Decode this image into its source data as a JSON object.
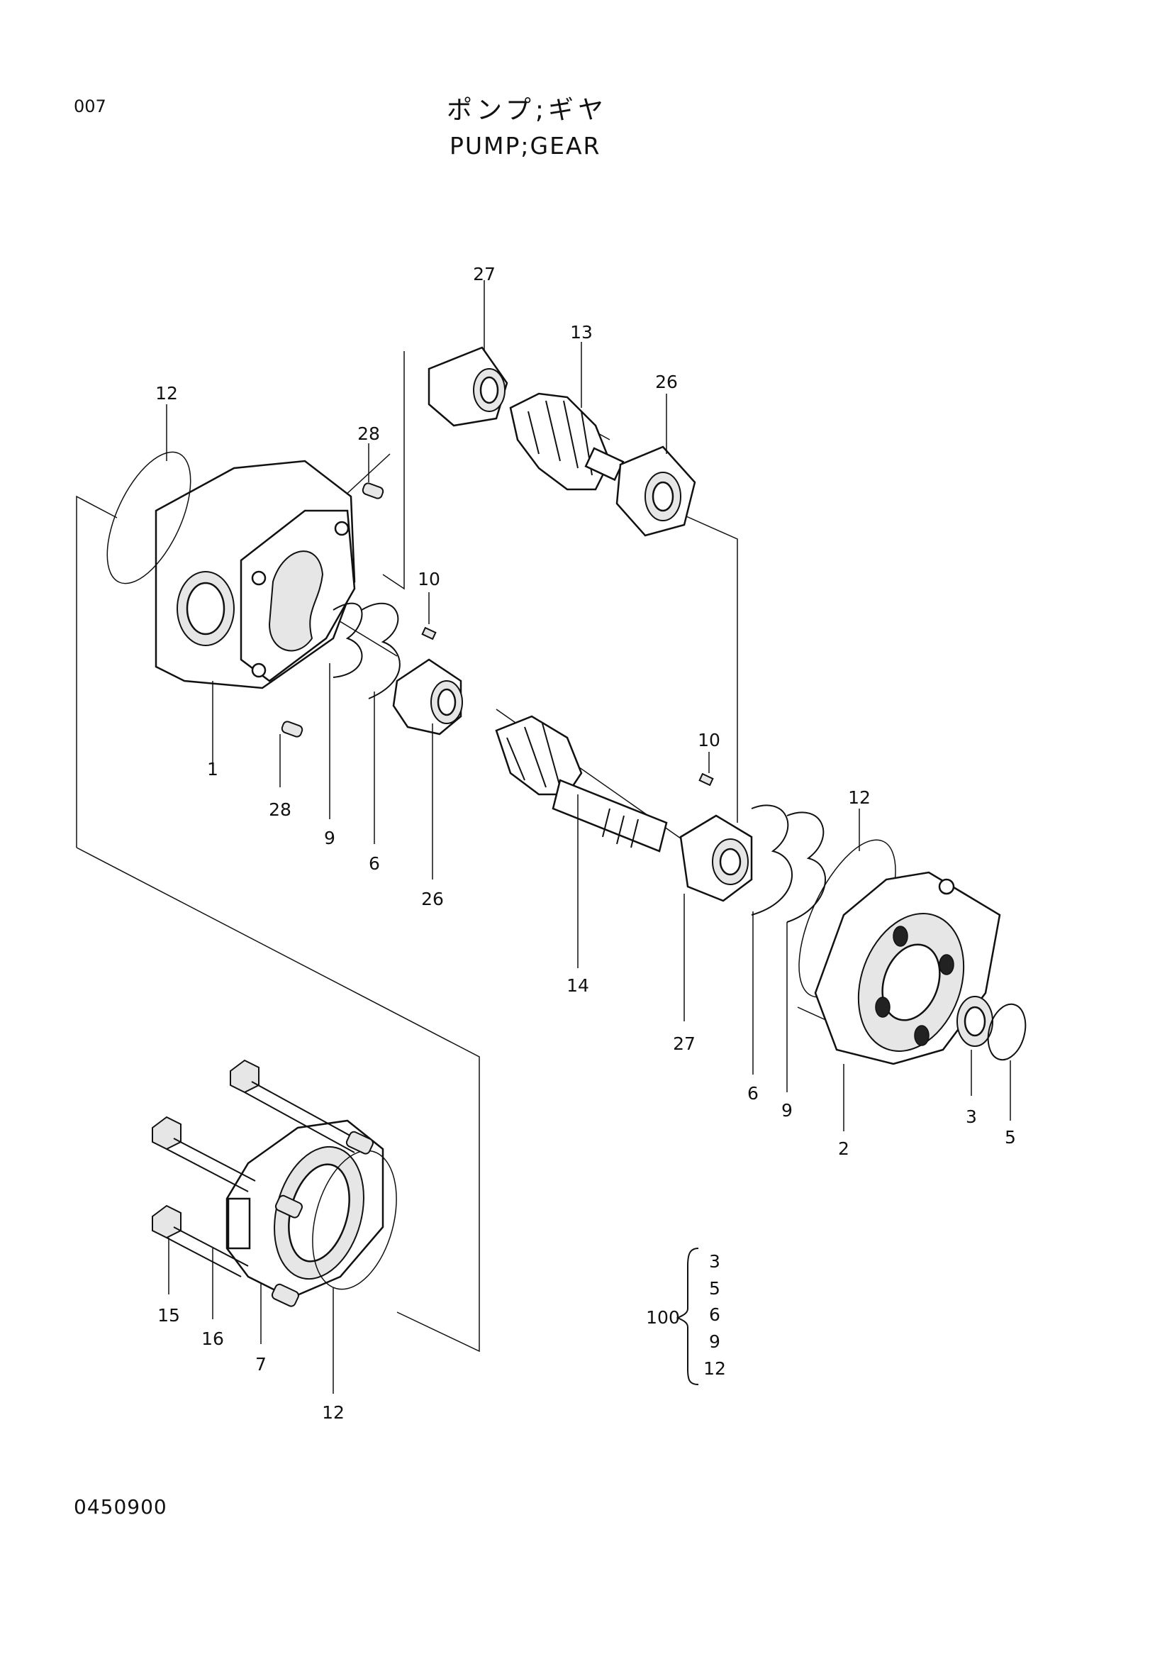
{
  "header": {
    "page_code": "007",
    "title_jp": "ポンプ;ギヤ",
    "title_en": "PUMP;GEAR"
  },
  "footer": {
    "drawing_number": "0450900"
  },
  "callouts": [
    {
      "id": "c27a",
      "label": "27"
    },
    {
      "id": "c13",
      "label": "13"
    },
    {
      "id": "c26a",
      "label": "26"
    },
    {
      "id": "c12a",
      "label": "12"
    },
    {
      "id": "c28a",
      "label": "28"
    },
    {
      "id": "c10a",
      "label": "10"
    },
    {
      "id": "c1",
      "label": "1"
    },
    {
      "id": "c28b",
      "label": "28"
    },
    {
      "id": "c9a",
      "label": "9"
    },
    {
      "id": "c6a",
      "label": "6"
    },
    {
      "id": "c26b",
      "label": "26"
    },
    {
      "id": "c10b",
      "label": "10"
    },
    {
      "id": "c12b",
      "label": "12"
    },
    {
      "id": "c14",
      "label": "14"
    },
    {
      "id": "c27b",
      "label": "27"
    },
    {
      "id": "c6b",
      "label": "6"
    },
    {
      "id": "c9b",
      "label": "9"
    },
    {
      "id": "c2",
      "label": "2"
    },
    {
      "id": "c3",
      "label": "3"
    },
    {
      "id": "c5",
      "label": "5"
    },
    {
      "id": "c15",
      "label": "15"
    },
    {
      "id": "c16",
      "label": "16"
    },
    {
      "id": "c7",
      "label": "7"
    },
    {
      "id": "c12c",
      "label": "12"
    }
  ],
  "kit": {
    "number": "100",
    "items": [
      "3",
      "5",
      "6",
      "9",
      "12"
    ]
  }
}
